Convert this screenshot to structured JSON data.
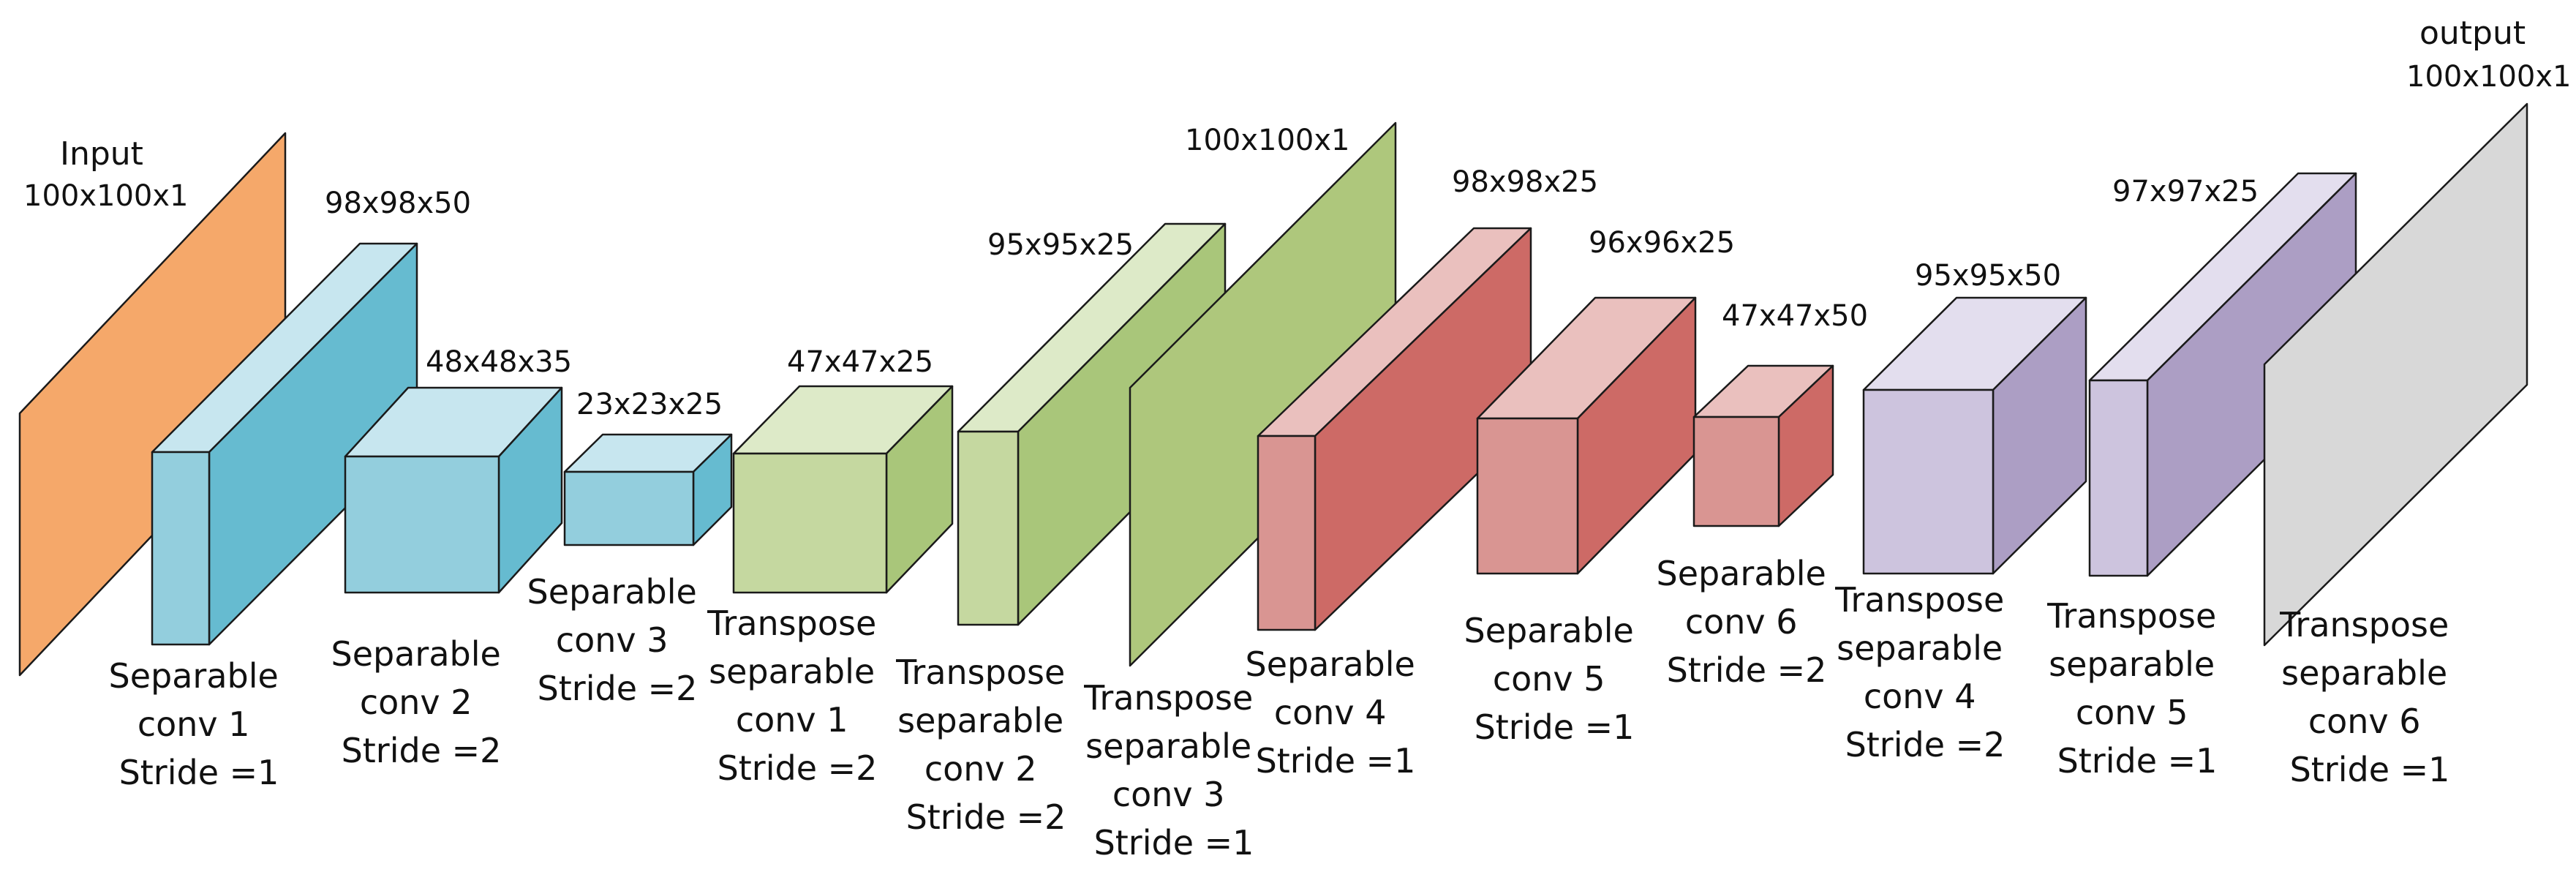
{
  "colors": {
    "input": "#F5A86A",
    "blue_front": "#93CEDD",
    "blue_top": "#C7E6EF",
    "blue_side": "#66BBD0",
    "green_front": "#C5D8A0",
    "green_top": "#DDEAC8",
    "green_side": "#A9C67A",
    "green_plane": "#AEC77C",
    "red_front": "#D99592",
    "red_top": "#EAC0BE",
    "red_side": "#CD6A66",
    "purple_front": "#CDC4DE",
    "purple_top": "#E3DEEE",
    "purple_side": "#AC9EC4",
    "output": "#D8D8D8",
    "stroke": "#1a1a1a"
  },
  "input": {
    "title": "Input",
    "dims": "100x100x1"
  },
  "output": {
    "title": "output",
    "dims": "100x100x1"
  },
  "bottleneck": {
    "dims": "100x100x1"
  },
  "layers": [
    {
      "dims": "98x98x50",
      "caption": [
        "Separable",
        "conv 1",
        "Stride =1"
      ]
    },
    {
      "dims": "48x48x35",
      "caption": [
        "Separable",
        "conv 2",
        "Stride =2"
      ]
    },
    {
      "dims": "23x23x25",
      "caption": [
        "Separable",
        "conv 3",
        "Stride =2"
      ]
    },
    {
      "dims": "47x47x25",
      "caption": [
        "Transpose",
        "separable",
        "conv 1",
        "Stride =2"
      ]
    },
    {
      "dims": "95x95x25",
      "caption": [
        "Transpose",
        "separable",
        "conv 2",
        "Stride =2"
      ]
    },
    {
      "dims": "",
      "caption": [
        "Transpose",
        "separable",
        "conv 3",
        "Stride =1"
      ]
    },
    {
      "dims": "98x98x25",
      "caption": [
        "Separable",
        "conv 4",
        "Stride =1"
      ]
    },
    {
      "dims": "96x96x25",
      "caption": [
        "Separable",
        "conv 5",
        "Stride =1"
      ]
    },
    {
      "dims": "47x47x50",
      "caption": [
        "Separable",
        "conv 6",
        "Stride =2"
      ]
    },
    {
      "dims": "95x95x50",
      "caption": [
        "Transpose",
        "separable",
        "conv 4",
        "Stride =2"
      ]
    },
    {
      "dims": "97x97x25",
      "caption": [
        "Transpose",
        "separable",
        "conv 5",
        "Stride =1"
      ]
    },
    {
      "dims": "",
      "caption": [
        "Transpose",
        "separable",
        "conv 6",
        "Stride =1"
      ]
    }
  ]
}
